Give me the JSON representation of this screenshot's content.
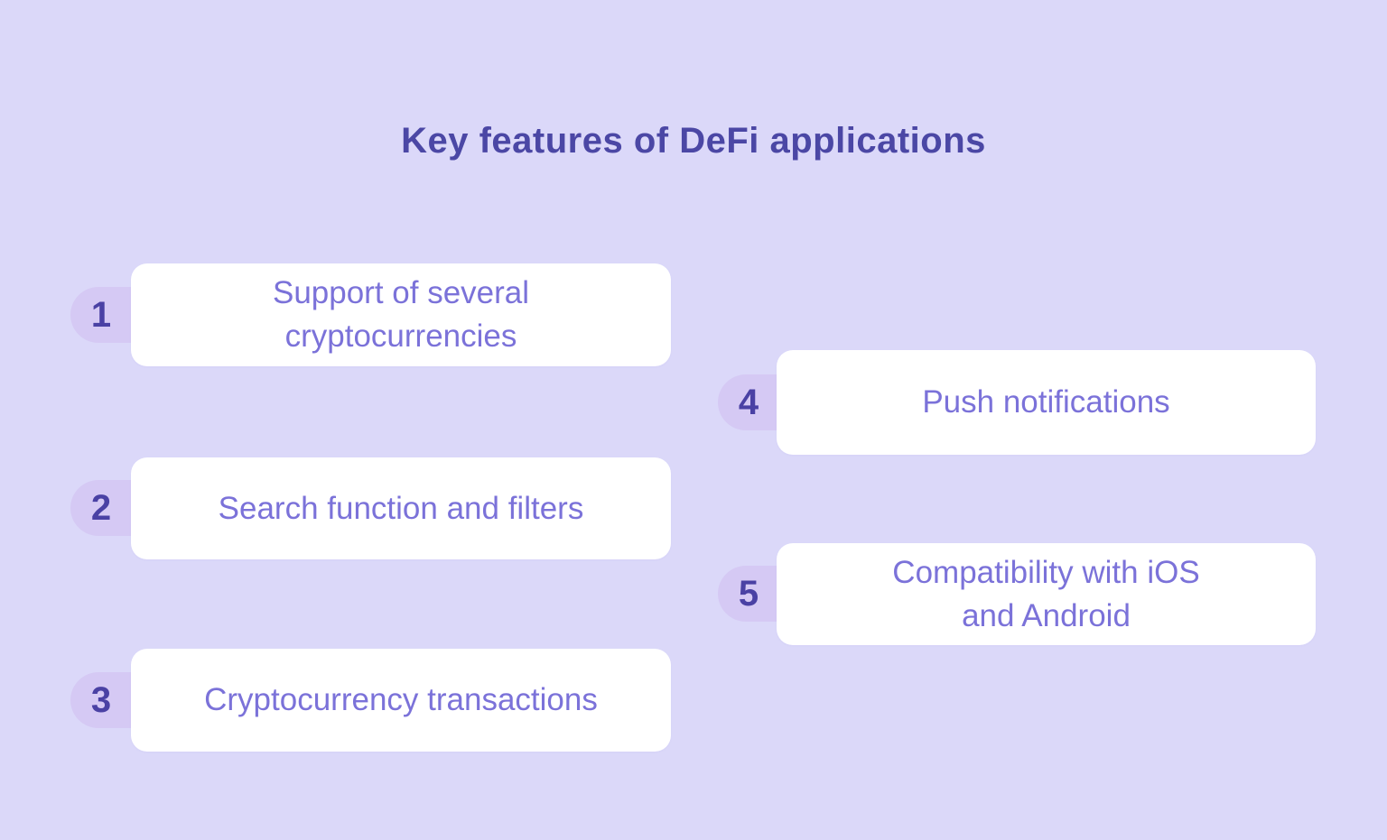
{
  "title": "Key features of DeFi applications",
  "colors": {
    "background": "#dbd8f9",
    "card": "#ffffff",
    "badge": "#d5c9f4",
    "number_text": "#4a41a4",
    "card_text": "#7b72d9",
    "title_text": "#4b47a5"
  },
  "features": [
    {
      "number": "1",
      "label": "Support of several\ncryptocurrencies"
    },
    {
      "number": "2",
      "label": "Search function and filters"
    },
    {
      "number": "3",
      "label": "Cryptocurrency transactions"
    },
    {
      "number": "4",
      "label": "Push notifications"
    },
    {
      "number": "5",
      "label": "Compatibility with iOS\nand Android"
    }
  ]
}
